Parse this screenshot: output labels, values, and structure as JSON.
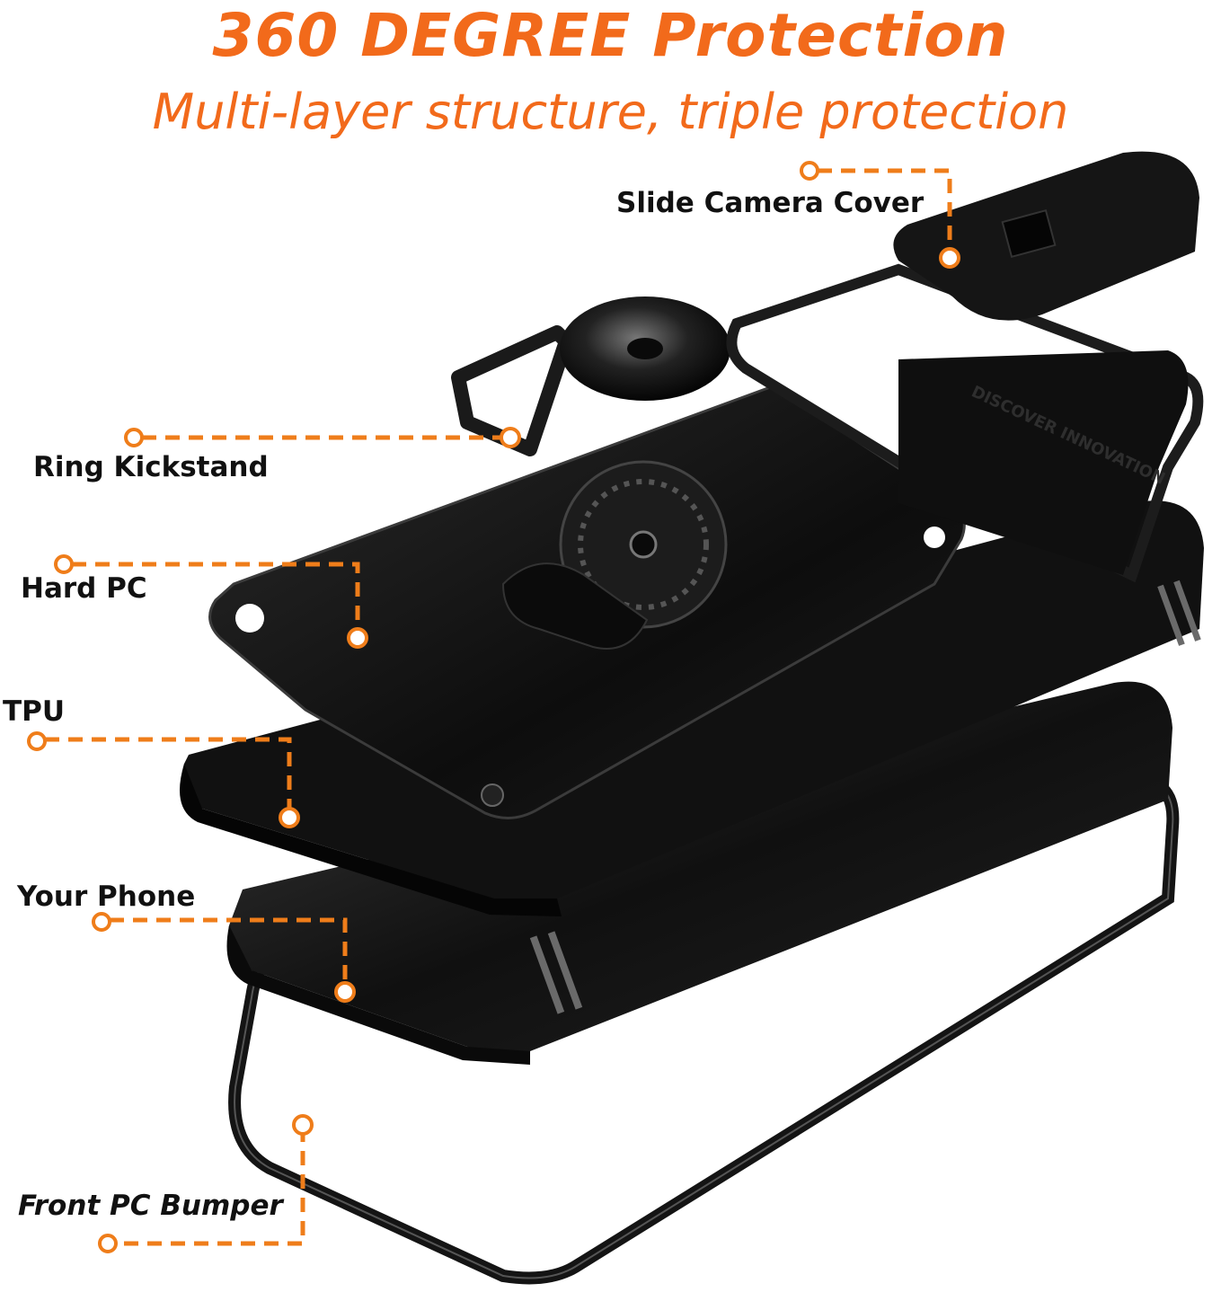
{
  "header": {
    "title": "360 DEGREE Protection",
    "subtitle": "Multi-layer structure, triple protection"
  },
  "labels": {
    "slide_camera_cover": "Slide Camera Cover",
    "ring_kickstand": "Ring Kickstand",
    "hard_pc": "Hard PC",
    "tpu": "TPU",
    "your_phone": "Your Phone",
    "front_pc_bumper": "Front PC Bumper"
  },
  "embossed_text": "DISCOVER INNOVATION",
  "colors": {
    "accent": "#f26a1b",
    "callout": "#ef7d1a",
    "case": "#141414",
    "label_text": "#111111"
  }
}
